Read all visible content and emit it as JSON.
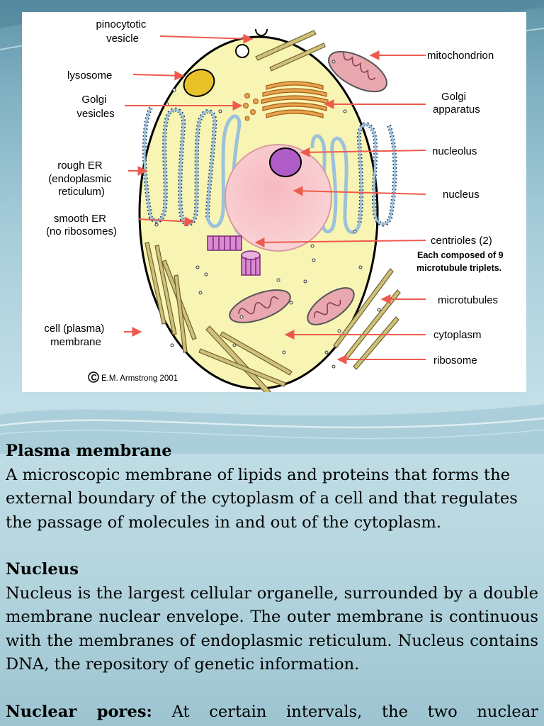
{
  "diagram": {
    "labels": {
      "pinocytotic_vesicle": [
        "pinocytotic",
        "vesicle"
      ],
      "lysosome": "lysosome",
      "golgi_vesicles": [
        "Golgi",
        "vesicles"
      ],
      "rough_er": [
        "rough ER",
        "(endoplasmic",
        "reticulum)"
      ],
      "smooth_er": [
        "smooth ER",
        "(no ribosomes)"
      ],
      "cell_membrane": [
        "cell (plasma)",
        "membrane"
      ],
      "mitochondrion": "mitochondrion",
      "golgi_apparatus": [
        "Golgi",
        "apparatus"
      ],
      "nucleolus": "nucleolus",
      "nucleus": "nucleus",
      "centrioles": "centrioles (2)",
      "centrioles_note": [
        "Each composed of 9",
        "microtubule triplets."
      ],
      "microtubules": "microtubules",
      "cytoplasm": "cytoplasm",
      "ribosome": "ribosome"
    },
    "copyright": "E.M. Armstrong 2001",
    "colors": {
      "cell_fill": "#f8f4b4",
      "nucleus_fill": "#f7c6cc",
      "nucleolus_fill": "#b05cc8",
      "er_stroke": "#9cc2da",
      "mitochondrion_fill": "#e9a7b0",
      "lysosome_fill": "#e9c22a",
      "golgi_fill": "#e8a34f",
      "microtubule_fill": "#cfc07a",
      "arrow": "#ee5a4e"
    }
  },
  "sections": [
    {
      "term": "Plasma membrane",
      "text": "A microscopic membrane of lipids and proteins that forms the external boundary of the cytoplasm of a cell and that regulates the passage of molecules in and out of the cytoplasm."
    },
    {
      "term": "Nucleus",
      "text": "Nucleus is the largest cellular organelle, surrounded by a double membrane nuclear envelope. The outer membrane is continuous with the membranes of endoplasmic reticulum. Nucleus contains DNA, the repository of genetic information."
    },
    {
      "term": "Nuclear pores:",
      "text": "At certain intervals, the two nuclear"
    }
  ]
}
